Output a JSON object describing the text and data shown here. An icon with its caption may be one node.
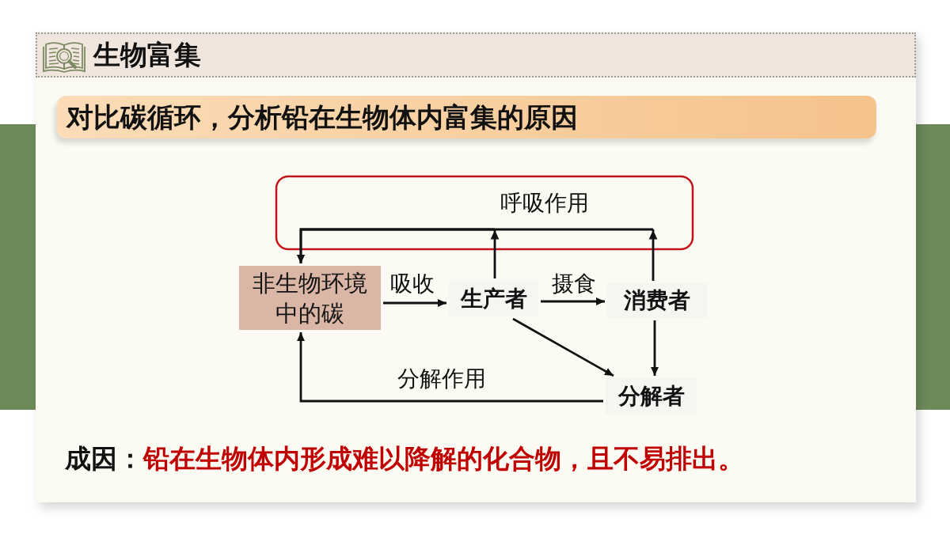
{
  "diagram": {
    "title": "生物富集",
    "nodes": [
      {
        "text": [
          "对比碳循环，分析铅在生物体内富集的原因"
        ]
      },
      {
        "text": [
          "非生物环境中的碳"
        ]
      },
      {
        "text": [
          "生产者"
        ]
      },
      {
        "text": [
          "消费者"
        ]
      },
      {
        "text": [
          "分解者"
        ]
      }
    ],
    "edges": [
      {
        "from": 1,
        "to": 2,
        "arrow": "to",
        "label": "吸收"
      },
      {
        "from": 2,
        "to": 3,
        "arrow": "to",
        "label": "摄食"
      },
      {
        "from": 2,
        "to": 1,
        "arrow": "to",
        "label": "呼吸作用"
      },
      {
        "from": 3,
        "to": 1,
        "arrow": "to"
      },
      {
        "from": 2,
        "to": 4,
        "arrow": "to"
      },
      {
        "from": 3,
        "to": 4,
        "arrow": "to"
      },
      {
        "from": 4,
        "to": 1,
        "arrow": "to",
        "label": "分解作用"
      }
    ],
    "labels": [
      "成因：",
      "铅在生物体内形成难以降解的化合物，且不易排出。"
    ]
  }
}
